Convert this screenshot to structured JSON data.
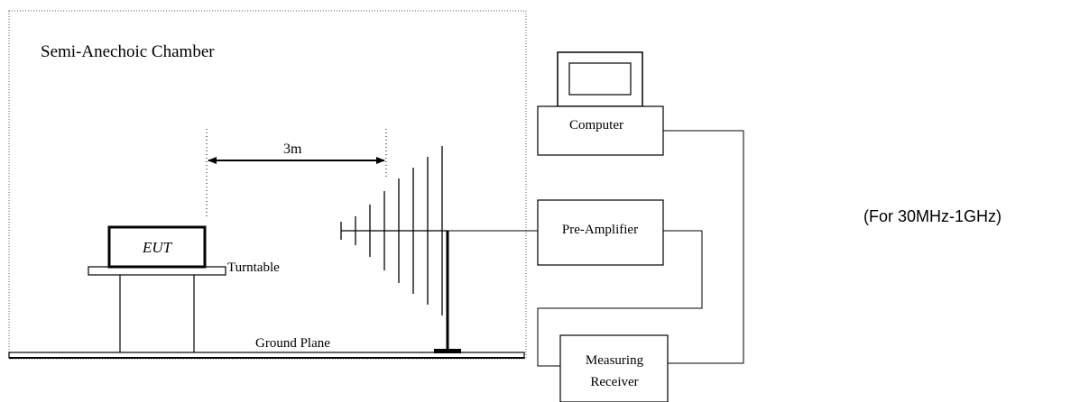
{
  "diagram": {
    "chamber_label": "Semi-Anechoic Chamber",
    "distance_label": "3m",
    "eut_label": "EUT",
    "turntable_label": "Turntable",
    "ground_plane_label": "Ground Plane",
    "computer_label": "Computer",
    "preamp_label": "Pre-Amplifier",
    "receiver_label_line1": "Measuring",
    "receiver_label_line2": "Receiver",
    "frequency_note": "(For 30MHz-1GHz)"
  }
}
